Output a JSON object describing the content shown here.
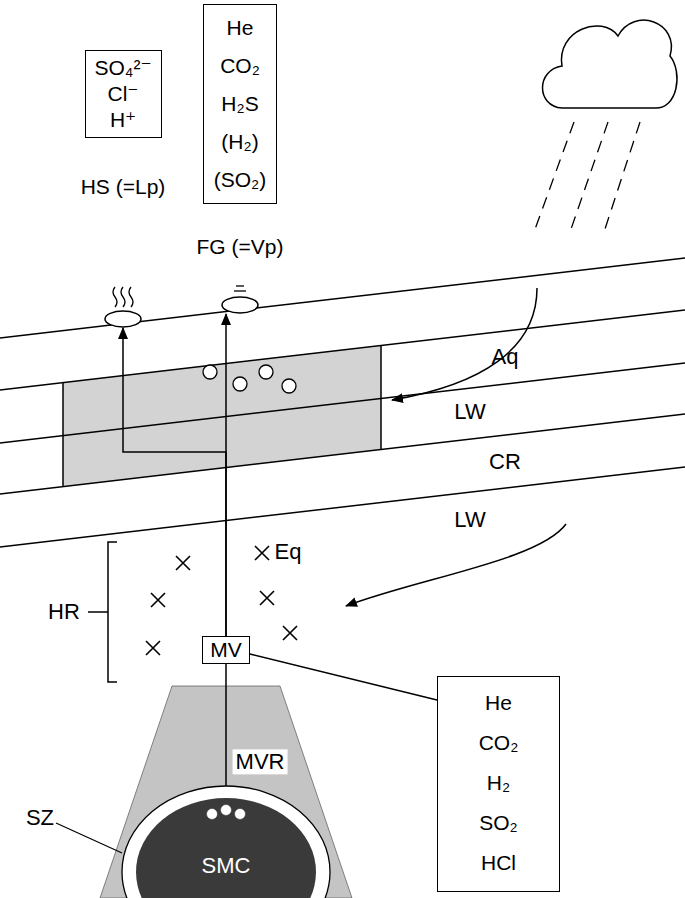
{
  "diagram": {
    "nodes": [
      {
        "text": [
          "SO₄²⁻",
          "Cl⁻",
          "H⁺",
          "HS (=Lp)"
        ]
      },
      {
        "text": [
          "He",
          "CO₂",
          "H₂S",
          "(H₂)",
          "(SO₂)",
          "FG (=Vp)"
        ]
      },
      {
        "text": [
          "MV"
        ]
      },
      {
        "text": [
          "He",
          "CO₂",
          "H₂",
          "SO₂",
          "HCl"
        ]
      }
    ],
    "edges": [
      {
        "from": 2,
        "to": 0,
        "arrow": "to"
      },
      {
        "from": 2,
        "to": 1,
        "arrow": "to"
      },
      {
        "from": 2,
        "to": 3,
        "arrow": "none"
      }
    ],
    "labels": [
      "Aq",
      "LW",
      "CR",
      "LW",
      "Eq",
      "HR",
      "MVR",
      "SZ",
      "SMC"
    ]
  }
}
